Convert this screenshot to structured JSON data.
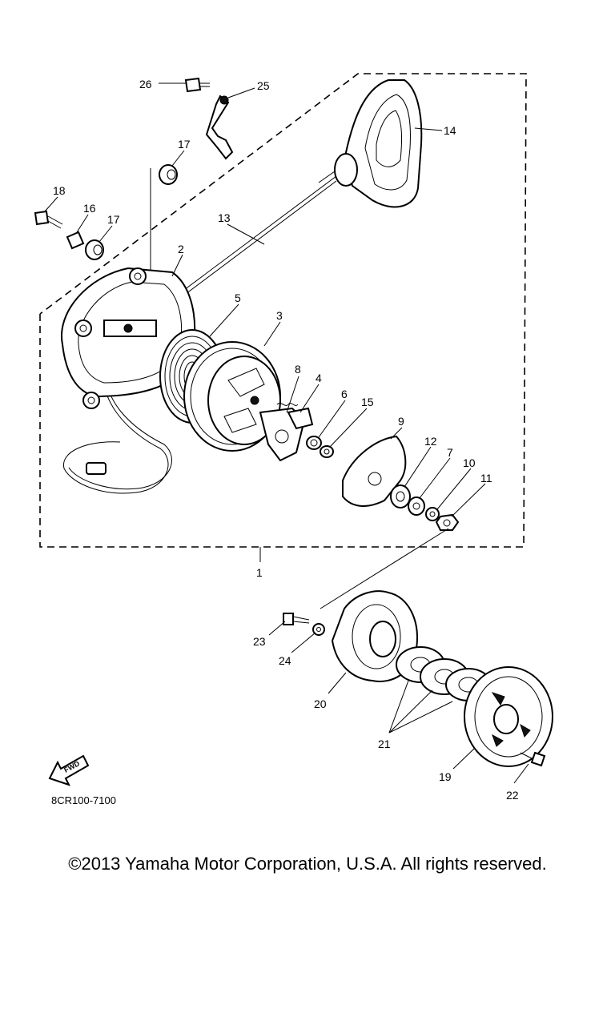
{
  "callouts": {
    "c1": "1",
    "c2": "2",
    "c3": "3",
    "c4": "4",
    "c5": "5",
    "c6": "6",
    "c7": "7",
    "c8": "8",
    "c9": "9",
    "c10": "10",
    "c11": "11",
    "c12": "12",
    "c13": "13",
    "c14": "14",
    "c15": "15",
    "c16": "16",
    "c17a": "17",
    "c17b": "17",
    "c18": "18",
    "c19": "19",
    "c20": "20",
    "c21": "21",
    "c22": "22",
    "c23": "23",
    "c24": "24",
    "c25": "25",
    "c26": "26"
  },
  "fwd_label": "FWD",
  "diagram_code": "8CR100-7100",
  "copyright": "©2013 Yamaha Motor Corporation, U.S.A. All rights reserved."
}
